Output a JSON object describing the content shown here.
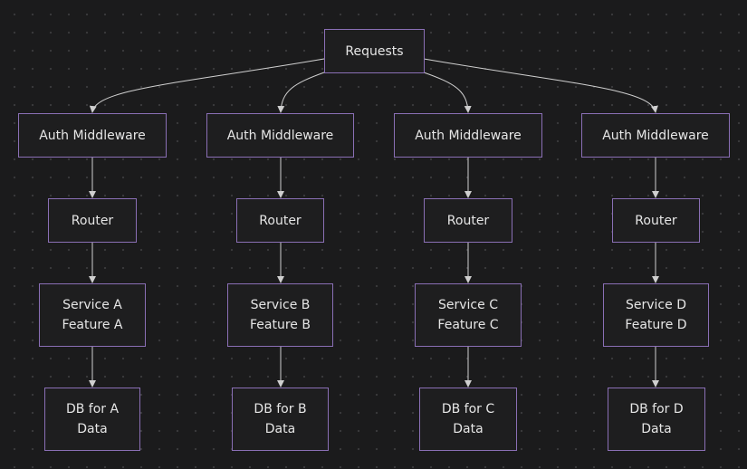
{
  "root": {
    "label": "Requests"
  },
  "columns": [
    {
      "auth": "Auth Middleware",
      "router": "Router",
      "service": [
        "Service A",
        "Feature A"
      ],
      "db": [
        "DB for A",
        "Data"
      ]
    },
    {
      "auth": "Auth Middleware",
      "router": "Router",
      "service": [
        "Service B",
        "Feature B"
      ],
      "db": [
        "DB for B",
        "Data"
      ]
    },
    {
      "auth": "Auth Middleware",
      "router": "Router",
      "service": [
        "Service C",
        "Feature C"
      ],
      "db": [
        "DB for C",
        "Data"
      ]
    },
    {
      "auth": "Auth Middleware",
      "router": "Router",
      "service": [
        "Service D",
        "Feature D"
      ],
      "db": [
        "DB for D",
        "Data"
      ]
    }
  ]
}
